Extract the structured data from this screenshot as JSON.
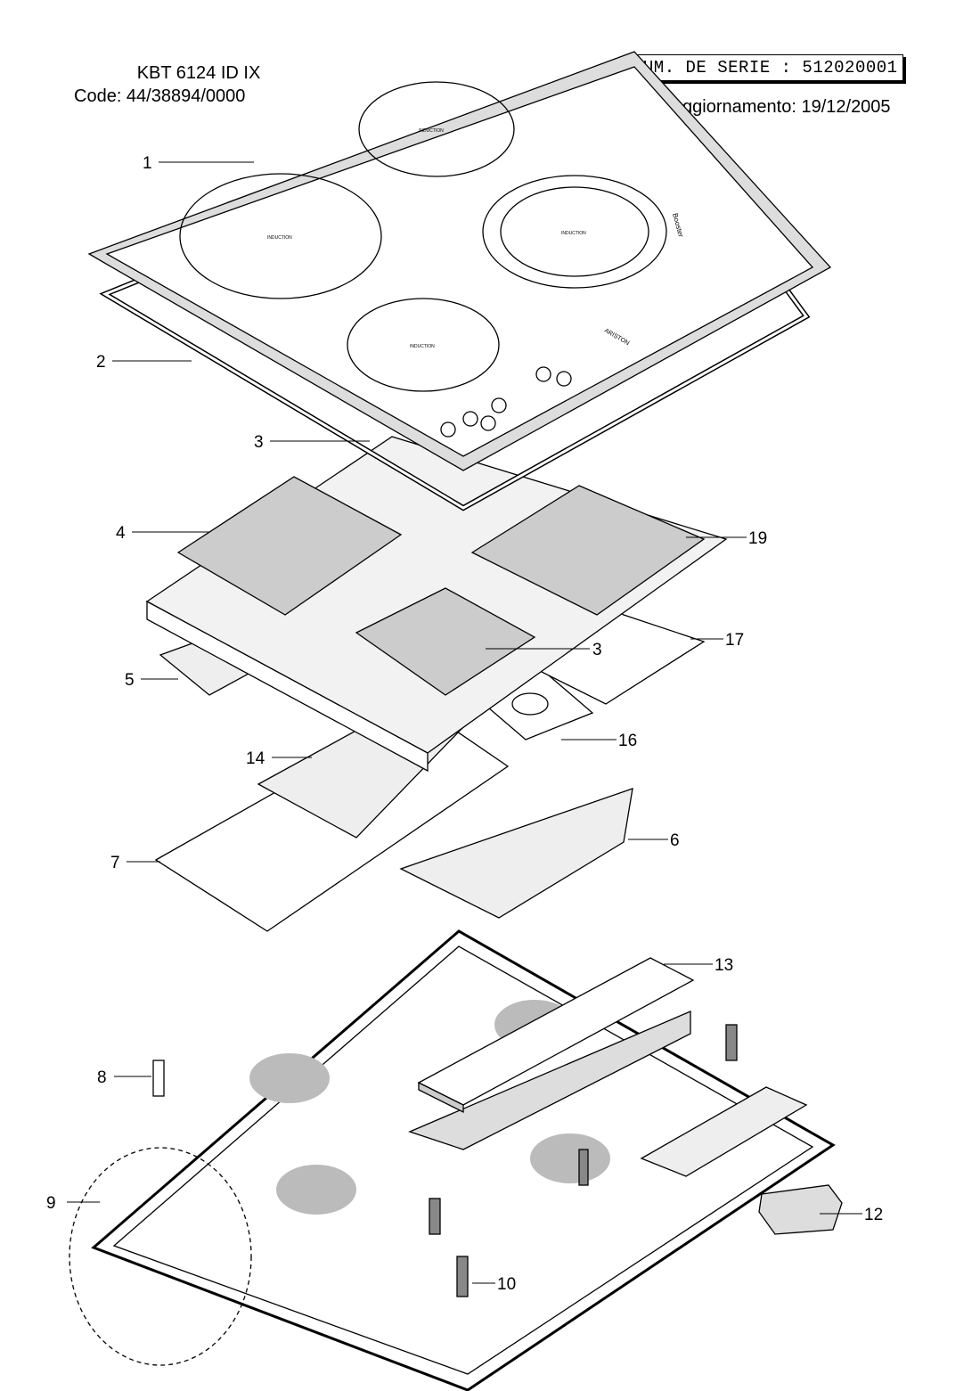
{
  "header": {
    "model": "KBT 6124 ID IX",
    "code": "Code: 44/38894/0000",
    "serial": "NUM. DE SERIE : 512020001",
    "date": "Data Aggiornamento: 19/12/2005"
  },
  "hob": {
    "zone_label": "INDUCTION",
    "booster_label": "Booster",
    "brand": "ARISTON"
  },
  "callouts": [
    "1",
    "2",
    "3",
    "4",
    "19",
    "17",
    "3",
    "5",
    "16",
    "14",
    "6",
    "7",
    "13",
    "8",
    "12",
    "9",
    "10"
  ]
}
